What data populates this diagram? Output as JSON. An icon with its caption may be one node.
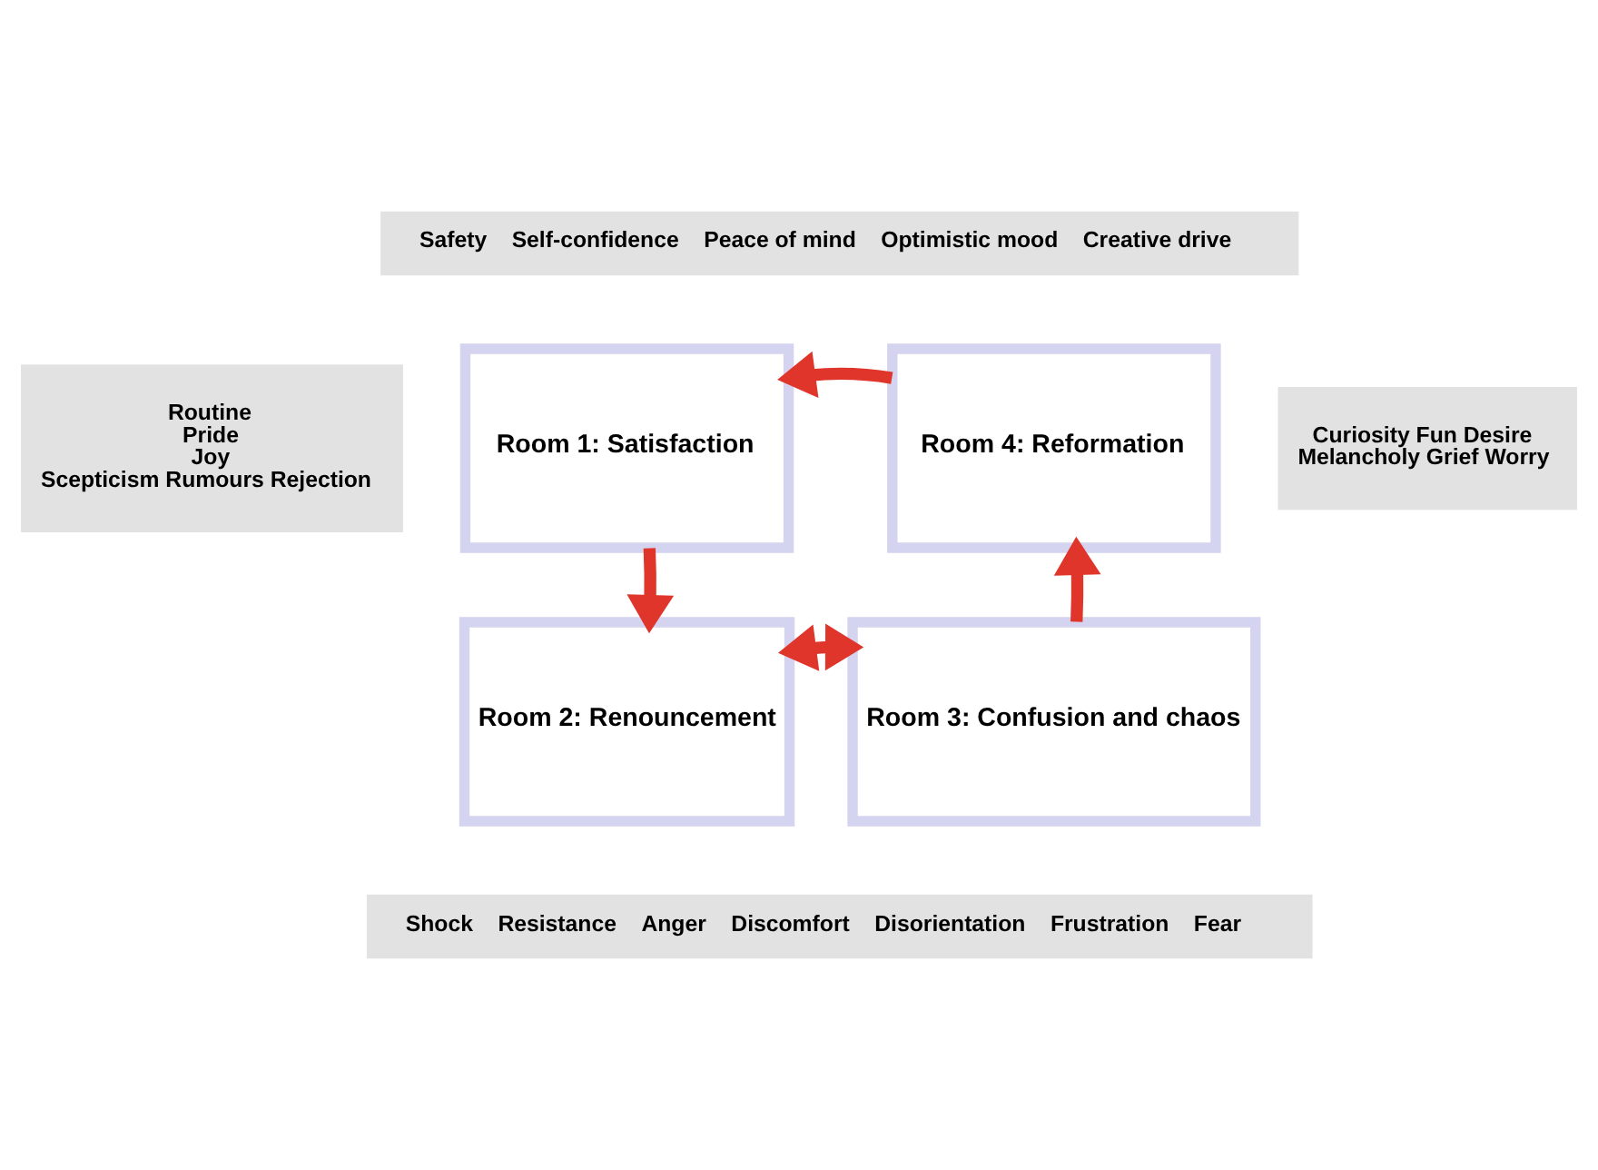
{
  "diagram": {
    "nodes": [
      {
        "text": [
          "Safety",
          "Self-confidence",
          "Peace of mind",
          "Optimistic mood",
          "Creative drive"
        ]
      },
      {
        "text": [
          "Routine",
          "Pride",
          "Joy",
          "Scepticism Rumours Rejection"
        ]
      },
      {
        "text": [
          "Room 1: Satisfaction"
        ]
      },
      {
        "text": [
          "Room 4: Reformation"
        ]
      },
      {
        "text": [
          "Curiosity Fun Desire",
          "Melancholy Grief Worry"
        ]
      },
      {
        "text": [
          "Room 2: Renouncement"
        ]
      },
      {
        "text": [
          "Room 3: Confusion and chaos"
        ]
      },
      {
        "text": [
          "Shock",
          "Resistance",
          "Anger",
          "Discomfort",
          "Disorientation",
          "Frustration",
          "Fear"
        ]
      }
    ],
    "edges": [
      {
        "from": 3,
        "to": 2,
        "arrow": "to"
      },
      {
        "from": 2,
        "to": 5,
        "arrow": "to"
      },
      {
        "from": 5,
        "to": 6,
        "arrow": "both"
      },
      {
        "from": 6,
        "to": 3,
        "arrow": "to"
      }
    ]
  }
}
